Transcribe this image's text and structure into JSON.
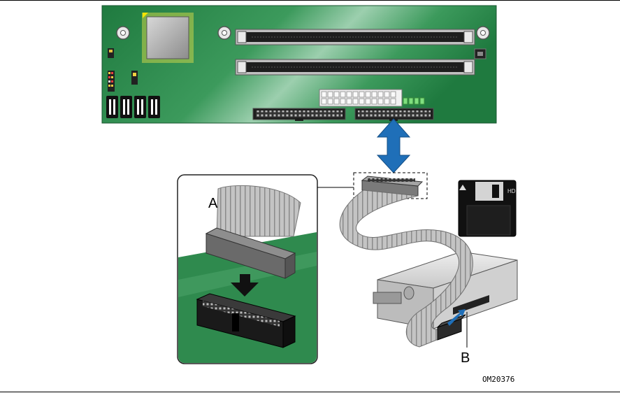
{
  "callouts": {
    "a": "A",
    "b": "B"
  },
  "figure_code": "OM20376",
  "colors": {
    "board_green": "#2f8a4e",
    "board_light": "#7fbf95",
    "cable_gray": "#b8b8b8",
    "connector_dark": "#2a2a2a",
    "arrow_blue": "#1f6fb8",
    "drive_gray": "#d9d9d9"
  },
  "icons": {
    "floppy": "floppy-disk-icon",
    "double_arrow": "double-arrow-icon",
    "insert_arrow": "down-arrow-icon"
  }
}
